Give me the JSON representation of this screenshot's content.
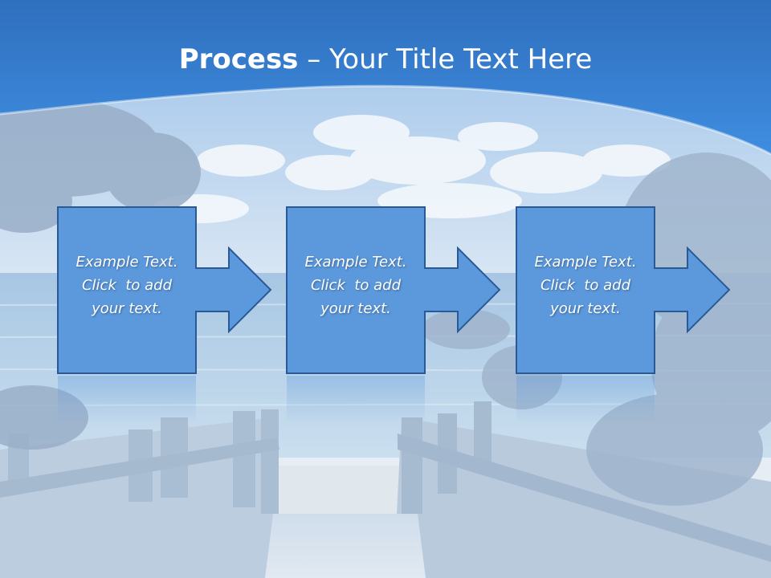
{
  "slide": {
    "title_bold": "Process",
    "title_rest": " – Your Title Text Here",
    "steps": [
      {
        "line1": "Example Text.",
        "line2": "Click  to add",
        "line3": "your text."
      },
      {
        "line1": "Example Text.",
        "line2": "Click  to add",
        "line3": "your text."
      },
      {
        "line1": "Example Text.",
        "line2": "Click  to add",
        "line3": "your text."
      }
    ]
  },
  "colors": {
    "header_blue": "#2f7ad0",
    "box_fill": "#5b98dc",
    "box_border": "#2a5a96",
    "text": "#ffffff"
  },
  "icons": [
    "right-arrow-icon"
  ]
}
